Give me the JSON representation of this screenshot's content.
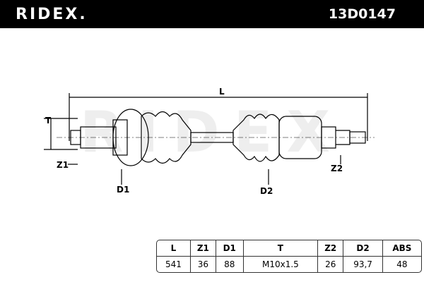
{
  "header": {
    "brand": "RIDEX.",
    "part_number": "13D0147"
  },
  "diagram": {
    "labels": {
      "L": "L",
      "T": "T",
      "Z1": "Z1",
      "D1": "D1",
      "D2": "D2",
      "Z2": "Z2"
    },
    "watermark": "RIDEX"
  },
  "table": {
    "headers": [
      "L",
      "Z1",
      "D1",
      "T",
      "Z2",
      "D2",
      "ABS"
    ],
    "values": [
      "541",
      "36",
      "88",
      "M10x1.5",
      "26",
      "93,7",
      "48"
    ]
  }
}
